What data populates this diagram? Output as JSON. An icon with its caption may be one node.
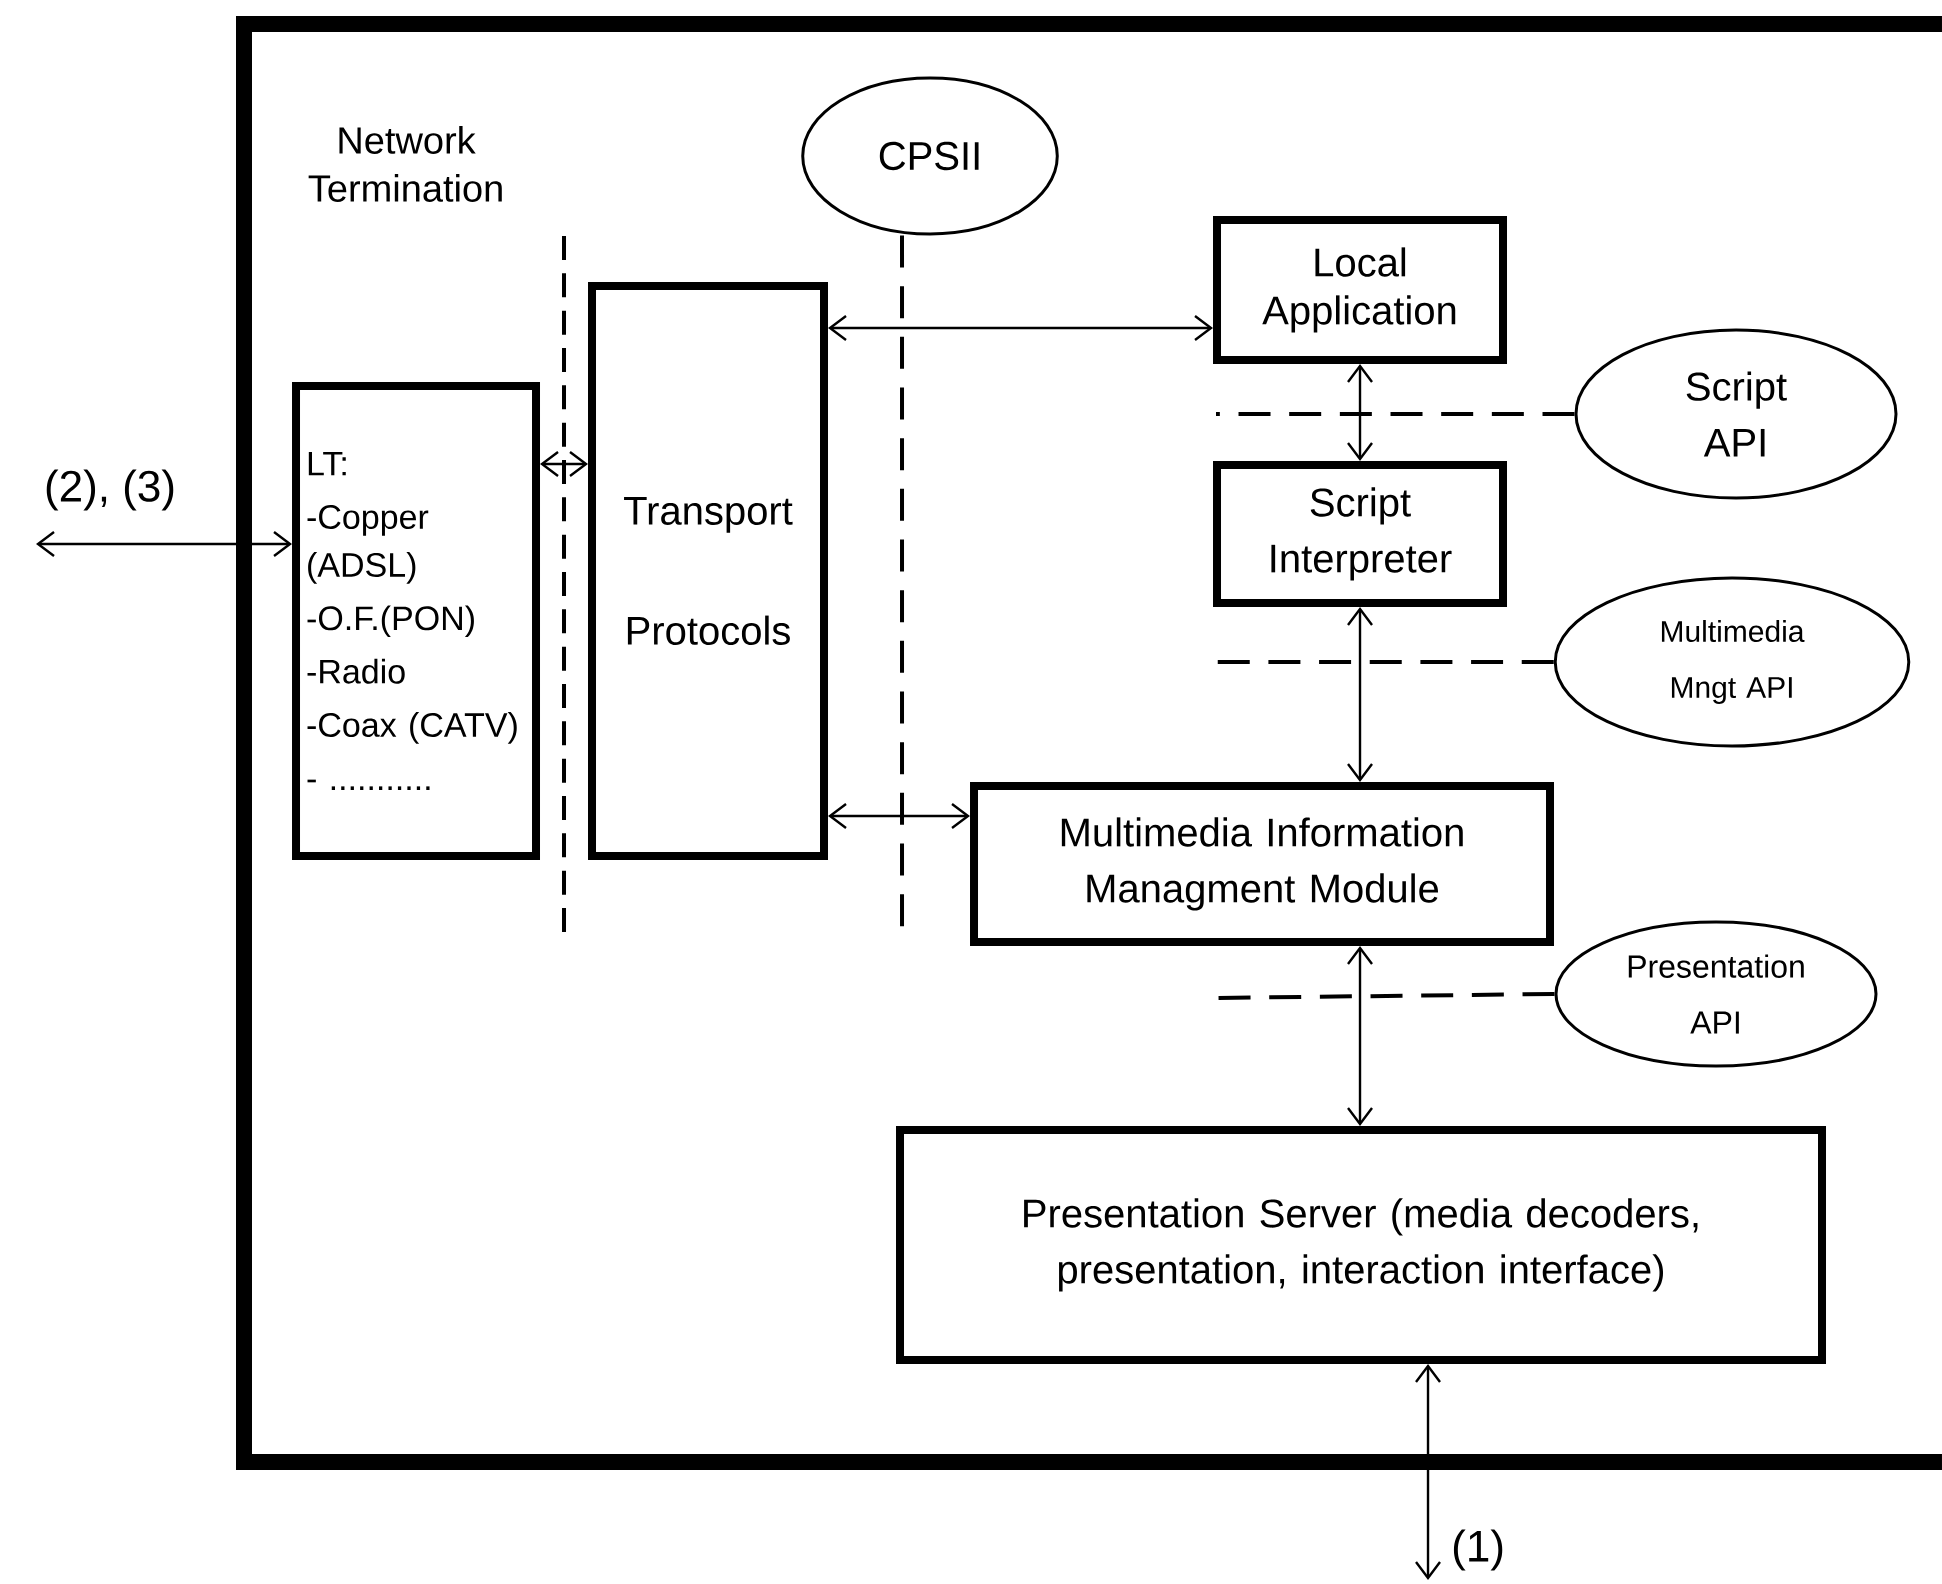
{
  "diagram": {
    "nodes": [
      {
        "text": [],
        "shape": "box"
      },
      {
        "text": [
          "LT:",
          "-Copper (ADSL)",
          "-O.F.(PON)",
          "-Radio",
          "-Coax (CATV)",
          "- ..........."
        ],
        "in": 0
      },
      {
        "text": [
          "Transport Protocols"
        ],
        "in": 0
      },
      {
        "text": [
          "CPSII"
        ],
        "in": 0
      },
      {
        "text": [
          "Local Application"
        ],
        "in": 0
      },
      {
        "text": [
          "Script API"
        ],
        "in": 0
      },
      {
        "text": [
          "Script Interpreter"
        ],
        "in": 0
      },
      {
        "text": [
          "Multimedia Mngt API"
        ],
        "in": 0
      },
      {
        "text": [
          "Multimedia Information Managment Module"
        ],
        "in": 0
      },
      {
        "text": [
          "Presentation API"
        ],
        "in": 0
      },
      {
        "text": [
          "Presentation Server (media decoders, presentation, interaction interface)"
        ],
        "in": 0
      }
    ],
    "edges": [
      {
        "from": null,
        "to": 1,
        "arrow": "both",
        "label": "(2), (3)"
      },
      {
        "from": 1,
        "to": 2,
        "arrow": "both"
      },
      {
        "from": 2,
        "to": 4,
        "arrow": "both"
      },
      {
        "from": 2,
        "to": 8,
        "arrow": "both"
      },
      {
        "from": 4,
        "to": 6,
        "arrow": "both"
      },
      {
        "from": 6,
        "to": 8,
        "arrow": "both"
      },
      {
        "from": 8,
        "to": 10,
        "arrow": "both"
      },
      {
        "from": 10,
        "to": null,
        "arrow": "both",
        "label": "(1)"
      },
      {
        "from": 3,
        "to": null,
        "arrow": "none",
        "style": "dashed"
      },
      {
        "from": 5,
        "to": null,
        "arrow": "none",
        "style": "dashed"
      },
      {
        "from": 7,
        "to": null,
        "arrow": "none",
        "style": "dashed"
      },
      {
        "from": 9,
        "to": null,
        "arrow": "none",
        "style": "dashed"
      }
    ],
    "labels": [
      "Network Termination"
    ]
  }
}
